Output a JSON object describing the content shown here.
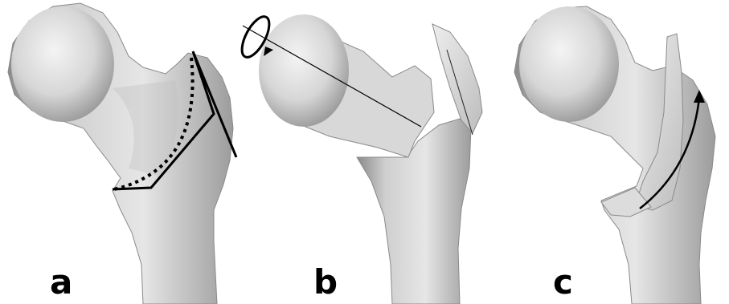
{
  "panels": [
    {
      "label": "a"
    },
    {
      "label": "b"
    },
    {
      "label": "c"
    }
  ],
  "colors": {
    "background": "#ffffff",
    "bone": "#d8d8d8",
    "bone_shadow": "#9a9a9a",
    "ink": "#000000"
  }
}
